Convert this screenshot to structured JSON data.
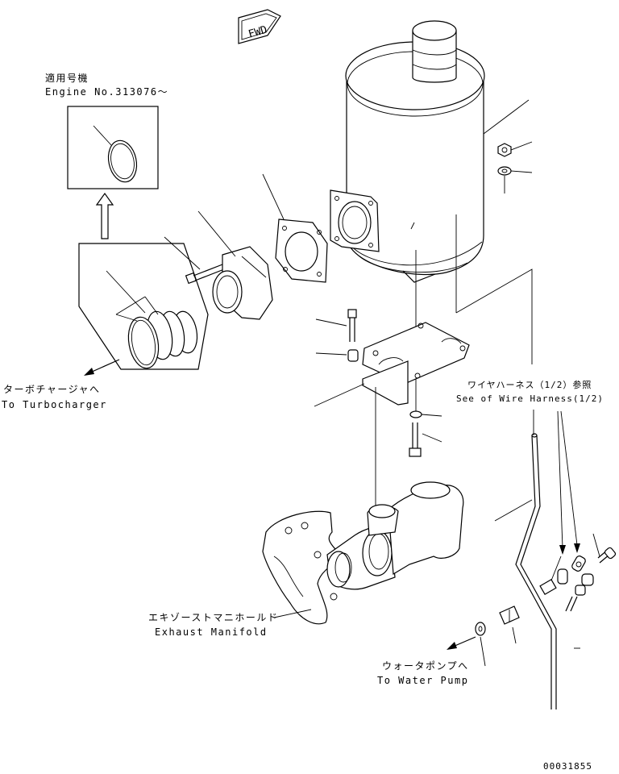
{
  "direction_marker": {
    "text": "FWD"
  },
  "applicability": {
    "japanese": "適用号機",
    "english": "Engine No.313076～"
  },
  "labels": {
    "to_turbocharger_jp": "ターボチャージャへ",
    "to_turbocharger_en": "To Turbocharger",
    "wire_harness_jp": "ワイヤハーネス（1/2）参照",
    "wire_harness_en": "See of Wire Harness(1/2)",
    "exhaust_manifold_jp": "エキゾーストマニホールド",
    "exhaust_manifold_en": "Exhaust Manifold",
    "to_water_pump_jp": "ウォータポンプへ",
    "to_water_pump_en": "To Water Pump"
  },
  "drawing_number": "00031855"
}
